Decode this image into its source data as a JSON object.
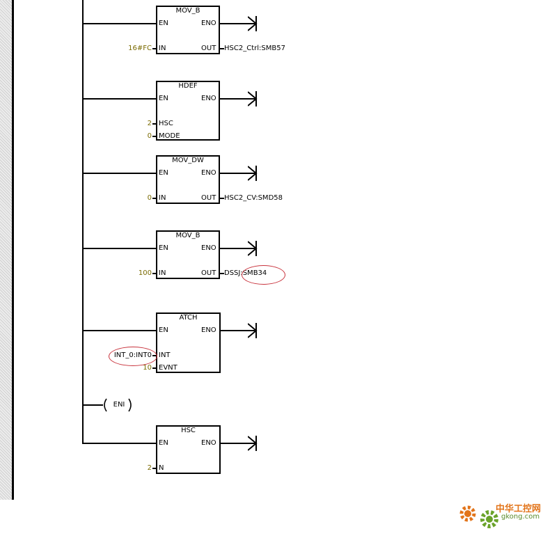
{
  "colors": {
    "wire": "#000000",
    "operand_const": "#7a6a00",
    "highlight_ellipse": "#c8323c",
    "logo_orange": "#e2741a",
    "logo_green": "#6aa32a"
  },
  "rung": {
    "blocks": [
      {
        "title": "MOV_B",
        "en": "EN",
        "eno": "ENO",
        "inputs": [
          {
            "name": "IN",
            "value": "16#FC"
          }
        ],
        "outputs": [
          {
            "name": "OUT",
            "value": "HSC2_Ctrl:SMB57"
          }
        ]
      },
      {
        "title": "HDEF",
        "en": "EN",
        "eno": "ENO",
        "inputs": [
          {
            "name": "HSC",
            "value": "2"
          },
          {
            "name": "MODE",
            "value": "0"
          }
        ]
      },
      {
        "title": "MOV_DW",
        "en": "EN",
        "eno": "ENO",
        "inputs": [
          {
            "name": "IN",
            "value": "0"
          }
        ],
        "outputs": [
          {
            "name": "OUT",
            "value": "HSC2_CV:SMD58"
          }
        ]
      },
      {
        "title": "MOV_B",
        "en": "EN",
        "eno": "ENO",
        "inputs": [
          {
            "name": "IN",
            "value": "100"
          }
        ],
        "outputs": [
          {
            "name": "OUT",
            "value": "DSSJ:SMB34"
          }
        ]
      },
      {
        "title": "ATCH",
        "en": "EN",
        "eno": "ENO",
        "inputs": [
          {
            "name": "INT",
            "value": "INT_0:INT0"
          },
          {
            "name": "EVNT",
            "value": "10"
          }
        ]
      },
      {
        "title": "HSC",
        "en": "EN",
        "eno": "ENO",
        "inputs": [
          {
            "name": "N",
            "value": "2"
          }
        ]
      }
    ],
    "coil": {
      "label": "ENI"
    }
  },
  "watermark": {
    "chinese": "中华工控网",
    "url": "gkong.com"
  }
}
